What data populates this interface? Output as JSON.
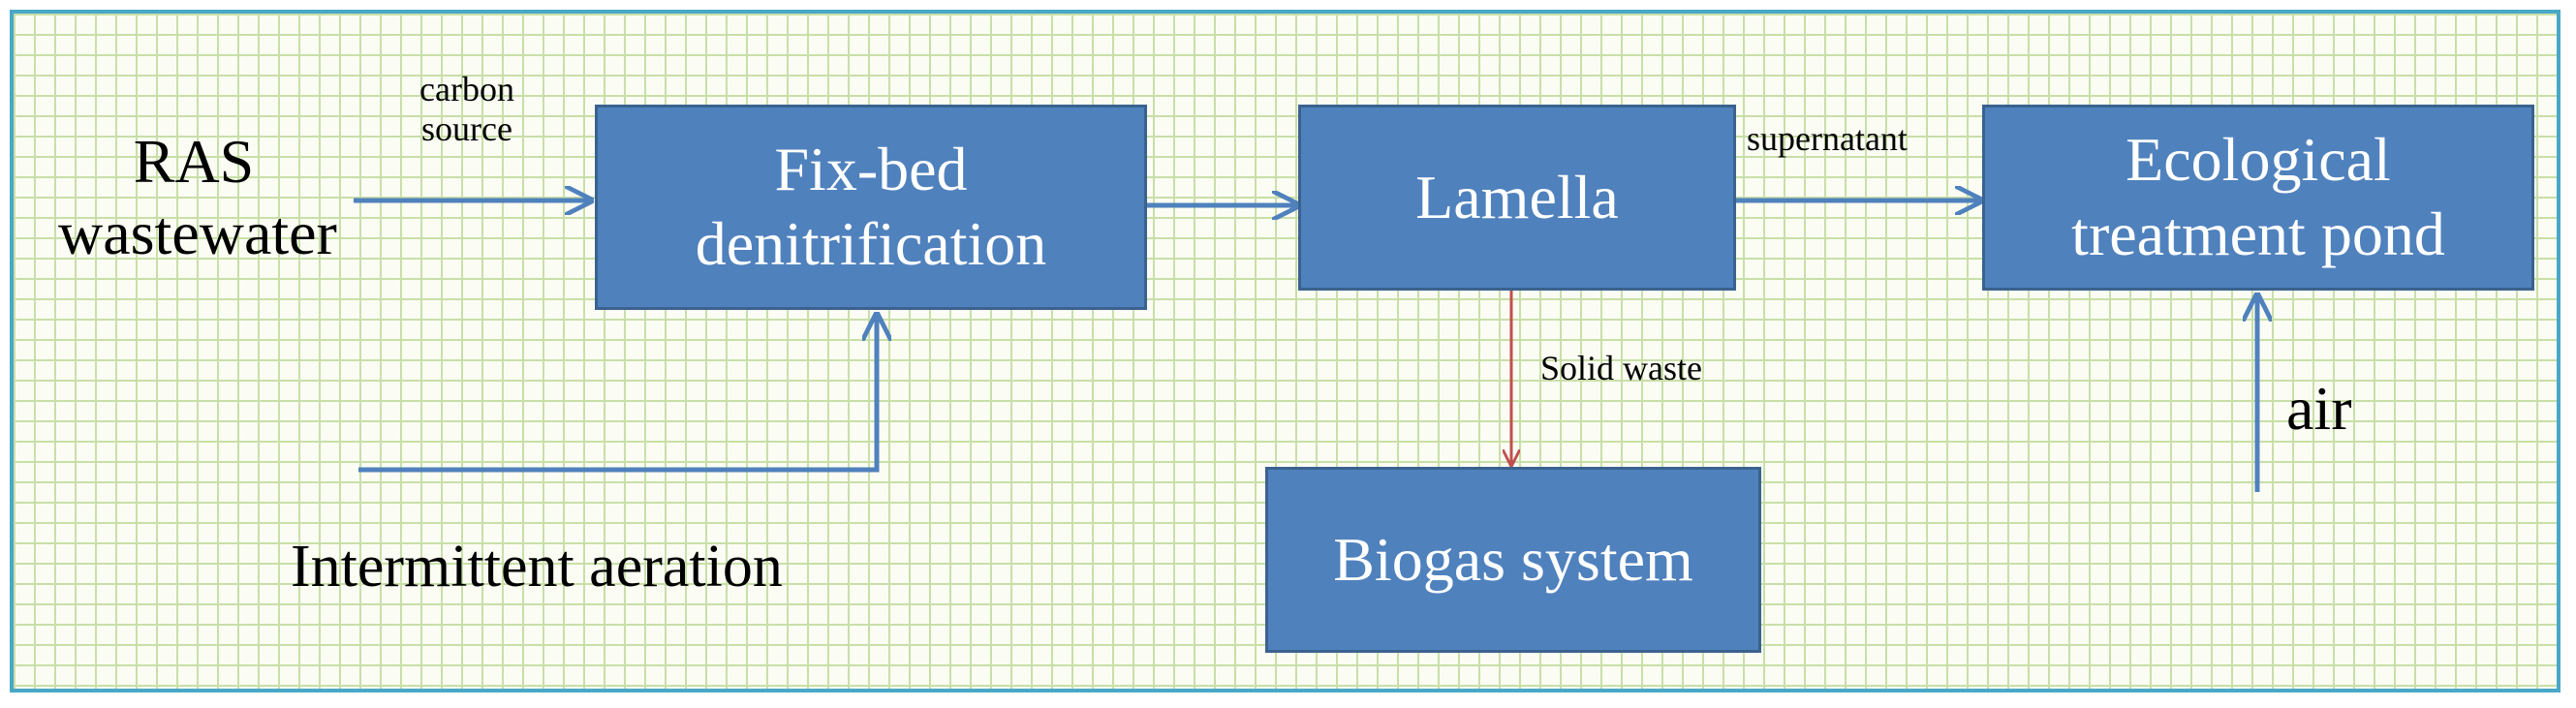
{
  "nodes": {
    "fixbed": {
      "line1": "Fix-bed",
      "line2": "denitrification"
    },
    "lamella": {
      "label": "Lamella"
    },
    "ecological": {
      "line1": "Ecological",
      "line2": "treatment pond"
    },
    "biogas": {
      "label": "Biogas system"
    }
  },
  "inputs": {
    "ras": {
      "line1": "RAS",
      "line2": "wastewater"
    },
    "aeration": "Intermittent aeration",
    "air": "air"
  },
  "edge_labels": {
    "carbon": {
      "line1": "carbon",
      "line2": "source"
    },
    "supernatant": "supernatant",
    "solid_waste": "Solid waste"
  },
  "colors": {
    "box_fill": "#4f81bd",
    "box_border": "#3a628e",
    "arrow_blue": "#4f81bd",
    "arrow_red": "#c0504d",
    "frame_border": "#4aa7c8",
    "grid": "#c8dfa8"
  }
}
